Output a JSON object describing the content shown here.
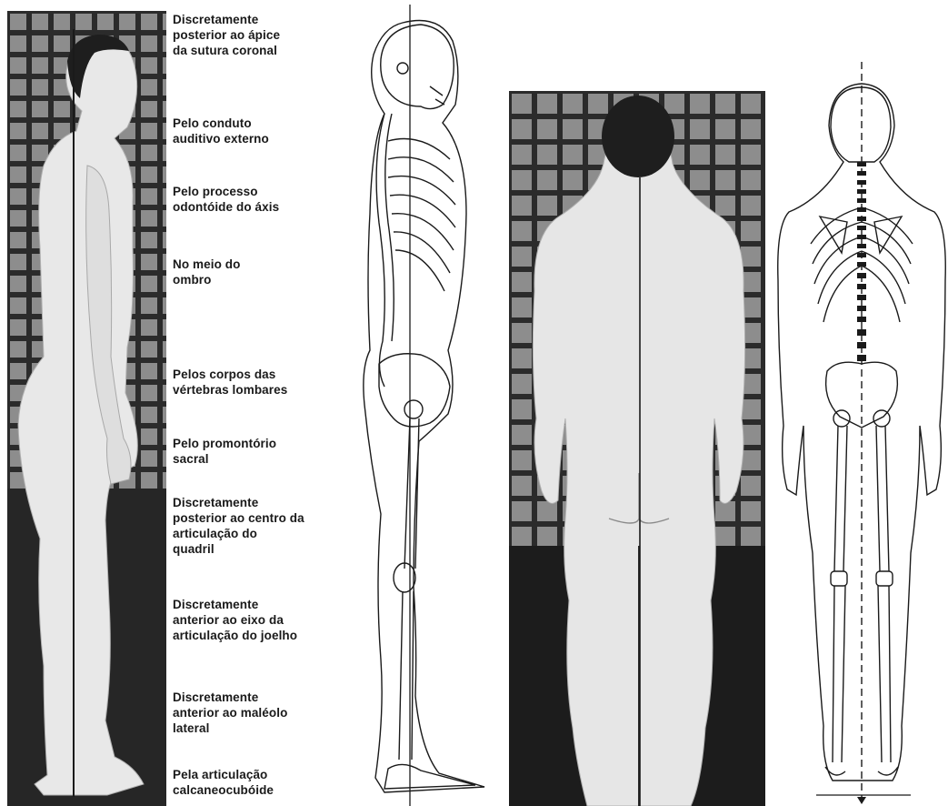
{
  "labels": [
    "Discretamente\nposterior ao ápice\nda sutura coronal",
    "Pelo conduto\nauditivo externo",
    "Pelo processo\nodontóide do áxis",
    "No meio do\nombro",
    "Pelos corpos das\nvértebras lombares",
    "Pelo promontório\nsacral",
    "Discretamente\nposterior ao centro da\narticulação do\nquadril",
    "Discretamente\nanterior ao eixo da\narticulação do joelho",
    "Discretamente\nanterior ao maléolo\nlateral",
    "Pela articulação\ncalcaneocubóide"
  ],
  "colors": {
    "grid_bg": "#2b2b2b",
    "grid_tile": "#8a8a8a",
    "skin": "#e6e6e6",
    "line": "#1a1a1a"
  }
}
